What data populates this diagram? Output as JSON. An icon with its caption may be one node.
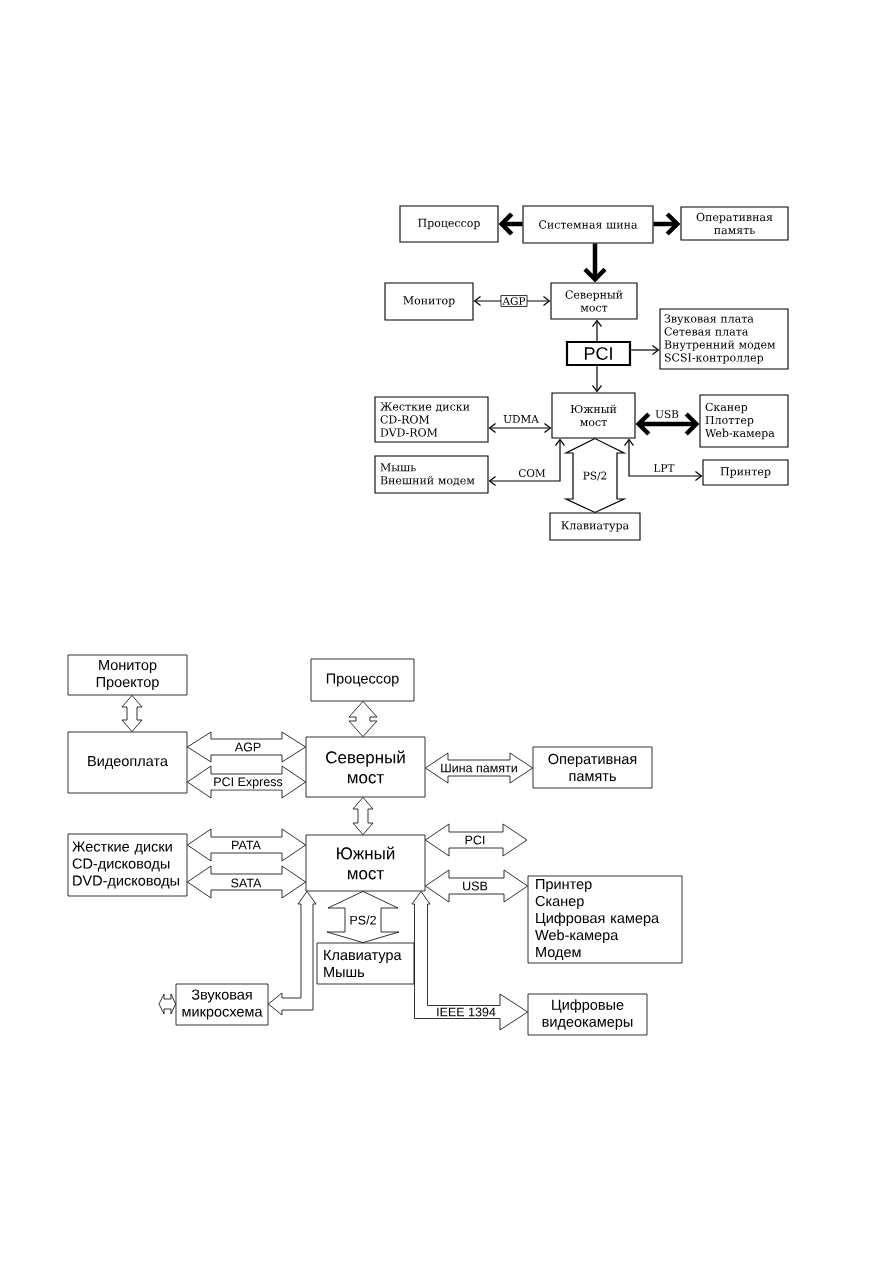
{
  "diagram": {
    "nodes": [
      {
        "text": [
          "Процессор"
        ]
      },
      {
        "text": [
          "Системная шина"
        ]
      },
      {
        "text": [
          "Оперативная память"
        ]
      },
      {
        "text": [
          "Монитор"
        ]
      },
      {
        "text": [
          "Северный мост"
        ]
      },
      {
        "text": [
          "Звуковая плата",
          "Сетевая плата",
          "Внутренний модем",
          "SCSI-контроллер"
        ]
      },
      {
        "text": [
          "PCI"
        ]
      },
      {
        "text": [
          "Жесткие диски",
          "CD-ROM",
          "DVD-ROM"
        ]
      },
      {
        "text": [
          "Южный мост"
        ]
      },
      {
        "text": [
          "Сканер",
          "Плоттер",
          "Web-камера"
        ]
      },
      {
        "text": [
          "Мышь",
          "Внешний модем"
        ]
      },
      {
        "text": [
          "Принтер"
        ]
      },
      {
        "text": [
          "Клавиатура"
        ]
      },
      {
        "text": [
          "Монитор",
          "Проектор"
        ]
      },
      {
        "text": [
          "Процессор"
        ]
      },
      {
        "text": [
          "Видеоплата"
        ]
      },
      {
        "text": [
          "Северный мост"
        ]
      },
      {
        "text": [
          "Оперативная память"
        ]
      },
      {
        "text": [
          "Жесткие диски",
          "CD-дисководы",
          "DVD-дисководы"
        ]
      },
      {
        "text": [
          "Южный мост"
        ]
      },
      {
        "text": [
          "Принтер",
          "Сканер",
          "Цифровая камера",
          "Web-камера",
          "Модем"
        ]
      },
      {
        "text": [
          "Клавиатура",
          "Мышь"
        ]
      },
      {
        "text": [
          "Звуковая микросхема"
        ]
      },
      {
        "text": [
          "Цифровые видеокамеры"
        ]
      }
    ],
    "edges": [
      {
        "from": 1,
        "to": 0,
        "arrow": "to",
        "style": "thick"
      },
      {
        "from": 1,
        "to": 2,
        "arrow": "to",
        "style": "thick"
      },
      {
        "from": 1,
        "to": 4,
        "arrow": "to",
        "style": "thick"
      },
      {
        "from": 3,
        "to": 4,
        "arrow": "both",
        "label": "AGP"
      },
      {
        "from": 6,
        "to": 4,
        "arrow": "to"
      },
      {
        "from": 6,
        "to": 5,
        "arrow": "to"
      },
      {
        "from": 6,
        "to": 8,
        "arrow": "to"
      },
      {
        "from": 8,
        "to": 7,
        "arrow": "both",
        "label": "UDMA"
      },
      {
        "from": 8,
        "to": 9,
        "arrow": "both",
        "label": "USB",
        "style": "thick"
      },
      {
        "from": 8,
        "to": 10,
        "arrow": "both",
        "label": "COM"
      },
      {
        "from": 8,
        "to": 11,
        "arrow": "both",
        "label": "LPT"
      },
      {
        "from": 8,
        "to": 12,
        "arrow": "both",
        "label": "PS/2"
      },
      {
        "from": 13,
        "to": 15,
        "arrow": "both"
      },
      {
        "from": 15,
        "to": 16,
        "arrow": "both",
        "label": "AGP"
      },
      {
        "from": 15,
        "to": 16,
        "arrow": "both",
        "label": "PCI Express"
      },
      {
        "from": 14,
        "to": 16,
        "arrow": "both"
      },
      {
        "from": 16,
        "to": 17,
        "arrow": "both",
        "label": "Шина памяти"
      },
      {
        "from": 16,
        "to": 19,
        "arrow": "both"
      },
      {
        "from": 19,
        "to": 18,
        "arrow": "both",
        "label": "PATA"
      },
      {
        "from": 19,
        "to": 18,
        "arrow": "both",
        "label": "SATA"
      },
      {
        "from": 19,
        "to": null,
        "arrow": "both",
        "label": "PCI"
      },
      {
        "from": 19,
        "to": 20,
        "arrow": "both",
        "label": "USB"
      },
      {
        "from": 19,
        "to": 21,
        "arrow": "both",
        "label": "PS/2"
      },
      {
        "from": 19,
        "to": 22,
        "arrow": "both"
      },
      {
        "from": 19,
        "to": 23,
        "arrow": "both",
        "label": "IEEE 1394"
      },
      {
        "from": 22,
        "to": null,
        "arrow": "both"
      }
    ]
  }
}
